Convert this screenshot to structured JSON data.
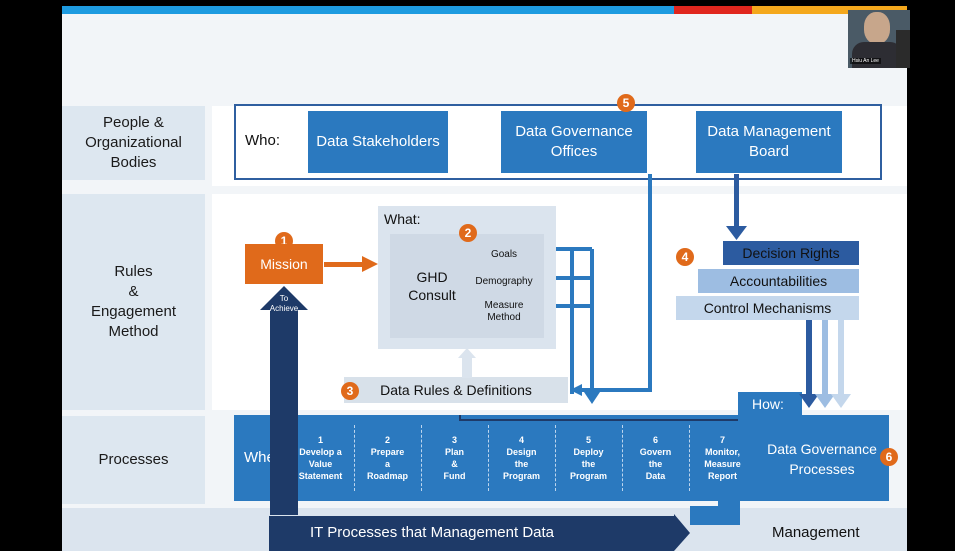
{
  "colors": {
    "accent_blue": "#2b79bf",
    "dark_navy": "#1e3a68",
    "orange": "#e06a1b",
    "light_blue": "#bdd5ee"
  },
  "rows": {
    "people": "People &\nOrganizational\nBodies",
    "rules": "Rules\n&\nEngagement\nMethod",
    "processes": "Processes"
  },
  "who": {
    "label": "Who:",
    "boxes": [
      "Data Stakeholders",
      "Data Governance Offices",
      "Data Management Board"
    ]
  },
  "markers": {
    "m1": "1",
    "m2": "2",
    "m3": "3",
    "m4": "4",
    "m5": "5",
    "m6": "6"
  },
  "mission": {
    "label": "Mission",
    "arrow_label": "To\nAchieve"
  },
  "what": {
    "label": "What:",
    "center": "GHD\nConsult",
    "items": [
      "Goals",
      "Demography",
      "Measure\nMethod"
    ]
  },
  "rules_bar": "Data Rules & Definitions",
  "decision": [
    "Decision Rights",
    "Accountabilities",
    "Control Mechanisms"
  ],
  "how": "How:",
  "when": {
    "label": "When:",
    "steps": [
      {
        "num": "1",
        "text": "Develop a\nValue\nStatement"
      },
      {
        "num": "2",
        "text": "Prepare\na\nRoadmap"
      },
      {
        "num": "3",
        "text": "Plan\n&\nFund"
      },
      {
        "num": "4",
        "text": "Design\nthe\nProgram"
      },
      {
        "num": "5",
        "text": "Deploy\nthe\nProgram"
      },
      {
        "num": "6",
        "text": "Govern\nthe\nData"
      },
      {
        "num": "7",
        "text": "Monitor,\nMeasure\nReport"
      }
    ]
  },
  "dg_processes": "Data Governance\nProcesses",
  "it_bar": "IT Processes that Management Data",
  "management": "Management",
  "video": {
    "name_tag": "Hsiu An Lee",
    "icons": [
      "participant-video-icon"
    ]
  }
}
